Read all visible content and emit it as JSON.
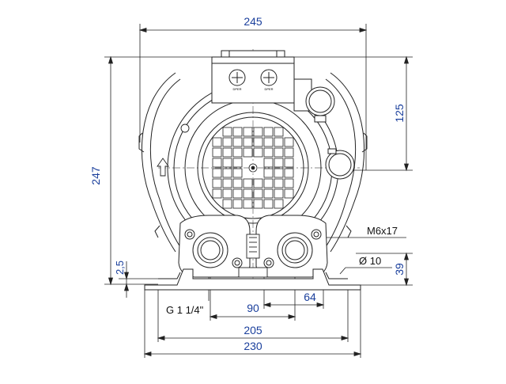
{
  "colors": {
    "dimension": "#1a3f9c",
    "line": "#222222",
    "centerline": "#666666",
    "background": "#ffffff"
  },
  "dimensions": {
    "width_total": "245",
    "height_total": "247",
    "axis_height": "125",
    "foot_height": "39",
    "base_offset": "2,5",
    "port_spacing_90": "90",
    "port_offset_64": "64",
    "foot_spacing": "205",
    "foot_width_total": "230"
  },
  "callouts": {
    "mounting_thread": "M6x17",
    "hole_diameter": "Ø 10",
    "port_thread": "G 1 1/4\""
  },
  "terminal_labels": [
    "DPER",
    "DPER"
  ]
}
